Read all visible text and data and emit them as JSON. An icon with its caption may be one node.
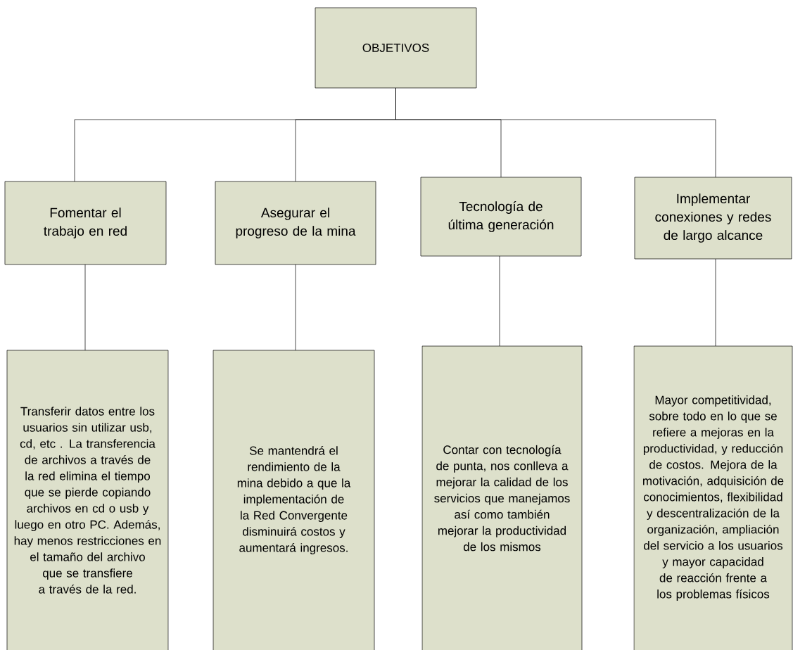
{
  "diagram": {
    "nodes": [
      {
        "text": [
          "OBJETIVOS"
        ]
      },
      {
        "text": [
          "Fomentar el trabajo en red"
        ]
      },
      {
        "text": [
          "Asegurar el progreso de la mina"
        ]
      },
      {
        "text": [
          "Tecnología de última generación"
        ]
      },
      {
        "text": [
          "Implementar conexiones y redes de largo alcance"
        ]
      },
      {
        "text": [
          "Transferir datos entre los usuarios sin utilizar usb, cd, etc . La transferencia de archivos a través de la red elimina el tiempo que se pierde copiando archivos en cd o usb y luego en otro PC. Además, hay menos restricciones en el tamaño del archivo que se transfiere a través de la red."
        ]
      },
      {
        "text": [
          "Se mantendrá el rendimiento de la mina debido a que la implementación de la Red Convergente disminuirá costos y aumentará ingresos."
        ]
      },
      {
        "text": [
          "Contar con tecnología de punta, nos conlleva a mejorar la calidad de los servicios que manejamos así como también mejorar la productividad de los mismos"
        ]
      },
      {
        "text": [
          "Mayor competitividad, sobre todo en lo que se refiere a mejoras en la productividad, y reducción de costos. Mejora de la motivación, adquisición de conocimientos, flexibilidad y descentralización de la organización, ampliación del servicio a los usuarios y mayor capacidad de reacción frente a los problemas físicos"
        ]
      }
    ],
    "edges": [
      {
        "from": 0,
        "to": 1,
        "arrow": "none"
      },
      {
        "from": 0,
        "to": 2,
        "arrow": "none"
      },
      {
        "from": 0,
        "to": 3,
        "arrow": "none"
      },
      {
        "from": 0,
        "to": 4,
        "arrow": "none"
      },
      {
        "from": 1,
        "to": 5,
        "arrow": "none"
      },
      {
        "from": 2,
        "to": 6,
        "arrow": "none"
      },
      {
        "from": 3,
        "to": 7,
        "arrow": "none"
      },
      {
        "from": 4,
        "to": 8,
        "arrow": "none"
      }
    ]
  }
}
